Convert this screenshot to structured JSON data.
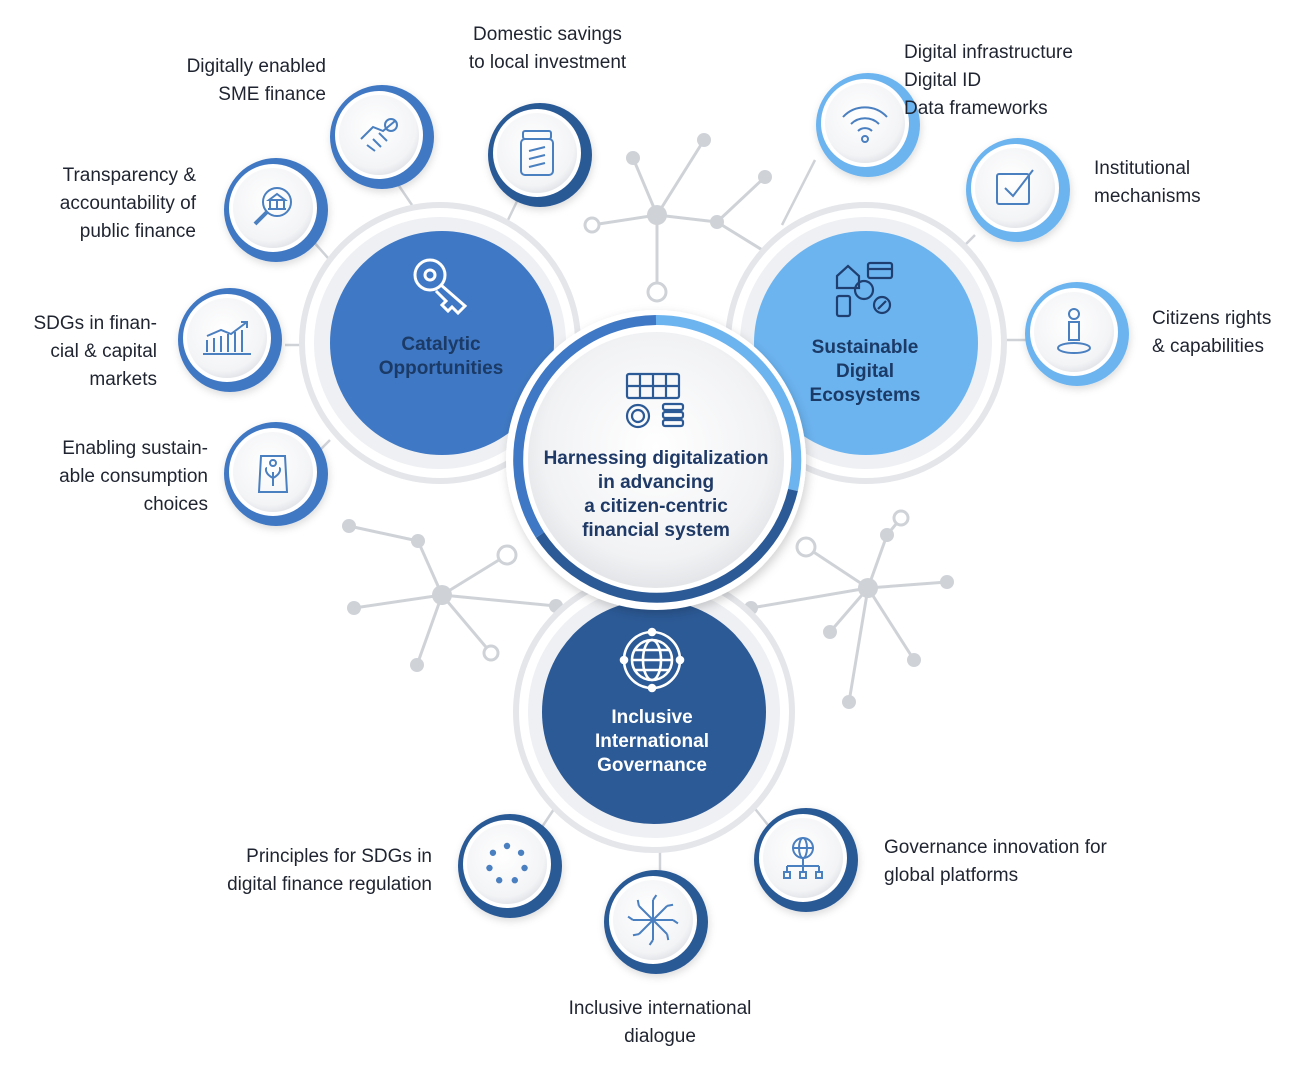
{
  "center": {
    "title": "Harnessing digitalization\nin advancing\na citizen-centric\nfinancial system",
    "icon": "finance-gears-icon"
  },
  "hubs": {
    "catalytic": {
      "label": "Catalytic\nOpportunities",
      "icon": "key-icon",
      "color": "#3f78c4"
    },
    "sustainable": {
      "label": "Sustainable\nDigital\nEcosystems",
      "icon": "digital-ecosystem-icon",
      "color": "#6cb4f0"
    },
    "governance": {
      "label": "Inclusive\nInternational\nGovernance",
      "icon": "globe-icon",
      "color": "#2c5a96"
    }
  },
  "satellites": {
    "sme_finance": {
      "label": "Digitally enabled\nSME finance",
      "icon": "handshake-icon"
    },
    "domestic_savings": {
      "label": "Domestic savings\nto local investment",
      "icon": "savings-jar-icon"
    },
    "transparency": {
      "label": "Transparency &\naccountability of\npublic finance",
      "icon": "magnifier-bank-icon"
    },
    "sdgs_markets": {
      "label": "SDGs in finan-\ncial & capital\nmarkets",
      "icon": "bar-chart-icon"
    },
    "consumption": {
      "label": "Enabling sustain-\nable consumption\nchoices",
      "icon": "eco-tag-icon"
    },
    "digital_infra": {
      "label": "Digital infrastructure\nDigital ID\nData frameworks",
      "icon": "wifi-icon"
    },
    "institutional": {
      "label": "Institutional\nmechanisms",
      "icon": "checkbox-icon"
    },
    "citizens": {
      "label": "Citizens rights\n& capabilities",
      "icon": "person-icon"
    },
    "principles": {
      "label": "Principles for SDGs in\ndigital finance regulation",
      "icon": "dots-circle-icon"
    },
    "dialogue": {
      "label": "Inclusive international\ndialogue",
      "icon": "network-burst-icon"
    },
    "gov_innovation": {
      "label": "Governance innovation for\nglobal platforms",
      "icon": "globe-network-icon"
    }
  },
  "colors": {
    "dark_blue": "#2c5a96",
    "mid_blue": "#3f78c4",
    "light_blue": "#6cb4f0",
    "ring_grey": "#e6e8ec",
    "network_grey": "#c9cdd3"
  }
}
